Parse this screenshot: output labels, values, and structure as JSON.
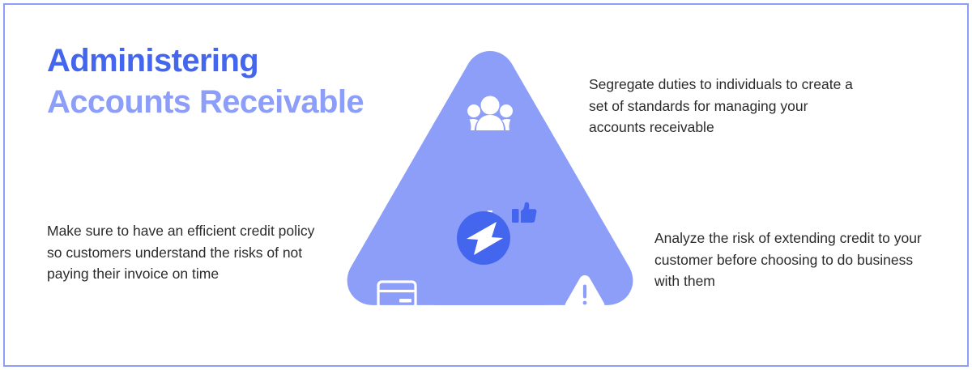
{
  "page": {
    "background_color": "#ffffff",
    "border_color": "#8c9ef7"
  },
  "title": {
    "line1": "Administering",
    "line2": "Accounts Receivable",
    "line1_color": "#4466ee",
    "line2_color": "#8c9ef7"
  },
  "callouts": {
    "top_right": "Segregate duties to individuals to create a set of standards for managing your accounts receivable",
    "left": "Make sure to have an efficient credit policy so customers understand the risks of not paying their invoice on time",
    "right": "Analyze the risk of extending credit to your customer before choosing to do business with them",
    "text_color": "#2b2b2b"
  },
  "graphic": {
    "triangle_color": "#8c9ef7",
    "center_logo_color": "#4466ee",
    "icon_color": "#ffffff",
    "segments": [
      {
        "position": "top",
        "icon": "people-group-icon"
      },
      {
        "position": "bottom-left",
        "icon": "credit-card-icon"
      },
      {
        "position": "bottom-right",
        "icon": "warning-triangle-icon"
      }
    ],
    "center": {
      "icon": "lightning-bolt-circle-icon",
      "badge": "thumbs-up-icon"
    }
  }
}
